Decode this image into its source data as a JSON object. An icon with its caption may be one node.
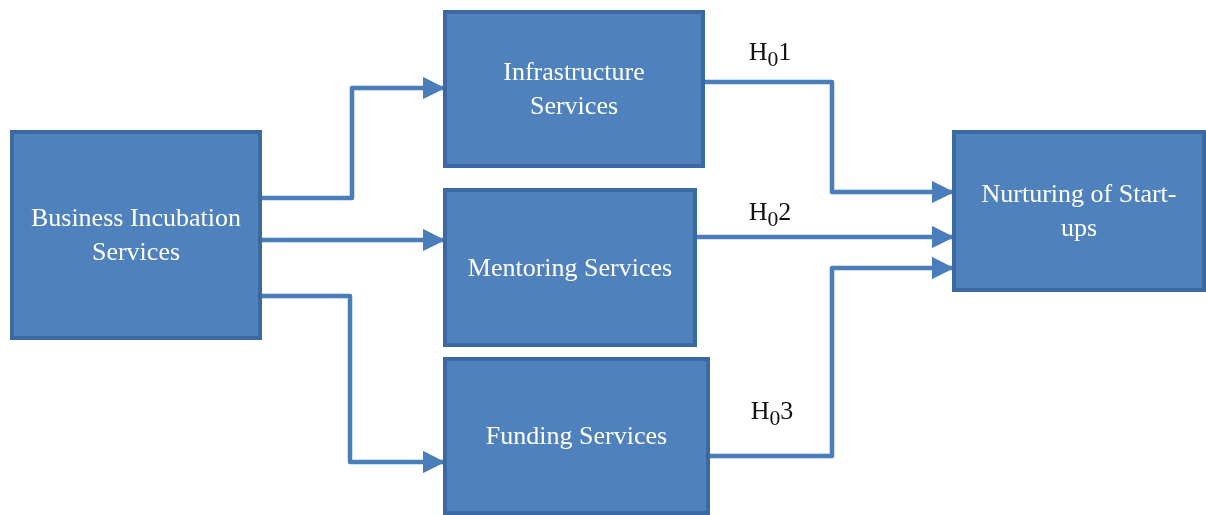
{
  "diagram": {
    "nodes": [
      {
        "text": [
          "Business Incubation Services"
        ]
      },
      {
        "text": [
          "Infrastructure Services"
        ]
      },
      {
        "text": [
          "Mentoring Services"
        ]
      },
      {
        "text": [
          "Funding Services"
        ]
      },
      {
        "text": [
          "Nurturing of Start-ups"
        ]
      }
    ],
    "edges": [
      {
        "from": 0,
        "to": 1,
        "arrow": "to"
      },
      {
        "from": 0,
        "to": 2,
        "arrow": "to"
      },
      {
        "from": 0,
        "to": 3,
        "arrow": "to"
      },
      {
        "from": 1,
        "to": 4,
        "arrow": "to",
        "label": "H$_{0}$1"
      },
      {
        "from": 2,
        "to": 4,
        "arrow": "to",
        "label": "H$_{0}$2"
      },
      {
        "from": 3,
        "to": 4,
        "arrow": "to",
        "label": "H$_{0}$3"
      }
    ]
  }
}
